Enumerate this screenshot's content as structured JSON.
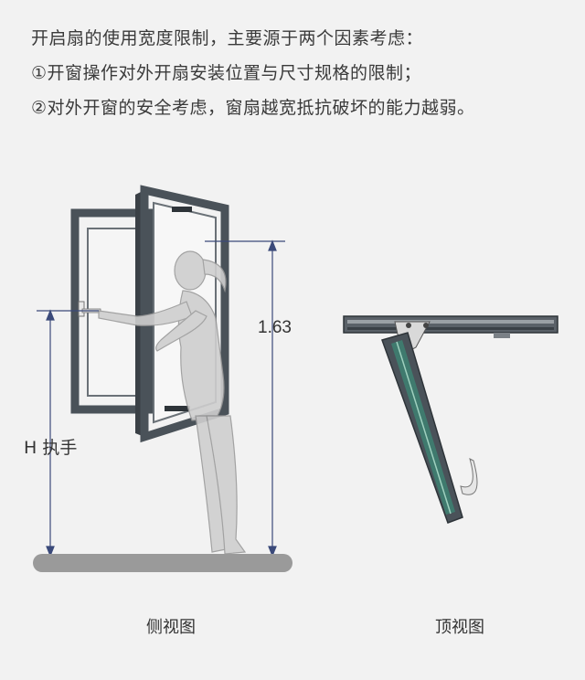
{
  "intro": {
    "line1": "开启扇的使用宽度限制，主要源于两个因素考虑：",
    "line2": "①开窗操作对外开扇安装位置与尺寸规格的限制；",
    "line3": "②对外开窗的安全考虑，窗扇越宽抵抗破坏的能力越弱。"
  },
  "side_view": {
    "height_label": "1.63",
    "handle_label": "H 执手",
    "caption": "侧视图"
  },
  "top_view": {
    "caption": "顶视图"
  },
  "colors": {
    "frame": "#4a5259",
    "frame_edge": "#2e3439",
    "dimension_line": "#3b4a7a",
    "floor": "#9a9a9a",
    "person": "#c8c8c8",
    "glass_green": "#3f7a6e"
  }
}
